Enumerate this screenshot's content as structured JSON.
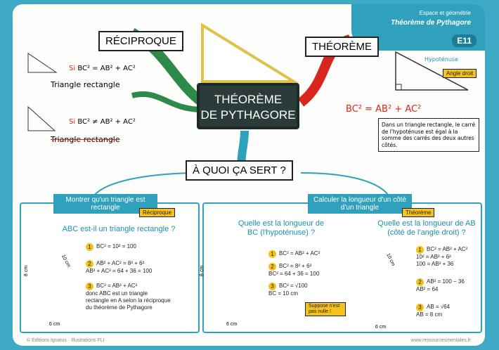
{
  "header": {
    "subject": "Espace et géométrie",
    "title": "Théorème de Pythagore",
    "code": "E11"
  },
  "center": {
    "line1": "THÉORÈME",
    "line2": "DE PYTHAGORE"
  },
  "reciproque": {
    "label": "RÉCIPROQUE",
    "case1": {
      "cond_if": "Si",
      "cond": "BC² = AB² + AC²",
      "result": "Triangle rectangle"
    },
    "case2": {
      "cond_if": "Si",
      "cond": "BC² ≠ AB² + AC²",
      "result": "Triangle rectangle"
    }
  },
  "theoreme": {
    "label": "THÉORÈME",
    "hyp_label": "Hypoténuse",
    "angle_label": "Angle droit",
    "formula": "BC² = AB² + AC²",
    "note": "Dans un triangle rectangle, le carré de l'hypoténuse est égal à la somme des carrés des deux autres côtés."
  },
  "quoi": {
    "label": "À QUOI ÇA SERT ?"
  },
  "left_panel": {
    "title": "Montrer qu'un triangle est rectangle",
    "tag": "Réciproque",
    "question": "ABC est-il un triangle rectangle ?",
    "steps": [
      "BC² = 10² = 100",
      "AB² + AC² = 8² + 6²\nAB² + AC² = 64 + 36 = 100",
      "BC² = AB² + AC²\ndonc ABC est un triangle\nrectangle en A selon la réciproque\ndu théorème de Pythagore"
    ],
    "side_ab": "8 cm",
    "side_bc": "10 cm",
    "side_ac": "6 cm"
  },
  "right_panel": {
    "title": "Calculer la longueur d'un côté d'un triangle",
    "tag": "Théorème",
    "q1": "Quelle est la longueur de BC (l'hypoténuse) ?",
    "steps1": [
      "BC² = AB² + AC²",
      "BC² = 8² + 6²\nBC² = 64 + 36 = 100",
      "BC² = √100\nBC = 10 cm"
    ],
    "note1": "Suppose n'est pas nulle !",
    "q2": "Quelle est la longueur de AB (côté de l'angle droit) ?",
    "steps2": [
      "BC² = AB² + AC²\n10² = AB² + 6²\n100 = AB² + 36",
      "AB² = 100 − 36\nAB² = 64",
      "AB = √64\nAB = 8 cm"
    ],
    "side_ab1": "8 cm",
    "side_ac1": "6 cm",
    "side_bc2": "10 cm",
    "side_ac2": "6 cm"
  },
  "footer": {
    "left": "© Éditions Ignatus · Illustrations FLI",
    "right": "www.ressourcesmentales.fr"
  }
}
